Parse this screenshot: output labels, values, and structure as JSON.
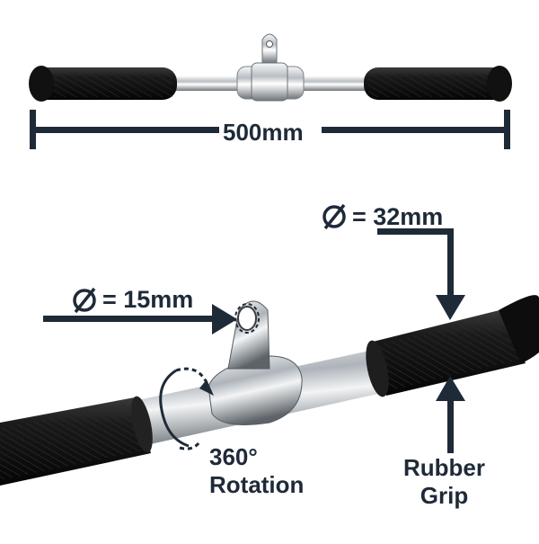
{
  "colors": {
    "ink": "#1f2a38",
    "rubber": "#151515",
    "chrome": "#c8ccd0",
    "background": "#ffffff"
  },
  "dimension": {
    "length_label": "500mm"
  },
  "callouts": {
    "large_diameter": {
      "symbol_icon": "diameter-icon",
      "value": "= 32mm"
    },
    "small_diameter": {
      "symbol_icon": "diameter-icon",
      "value": "= 15mm"
    },
    "rotation": {
      "icon": "rotation-arrow-icon",
      "line1": "360°",
      "line2": "Rotation"
    },
    "grip": {
      "line1": "Rubber",
      "line2": "Grip"
    }
  }
}
